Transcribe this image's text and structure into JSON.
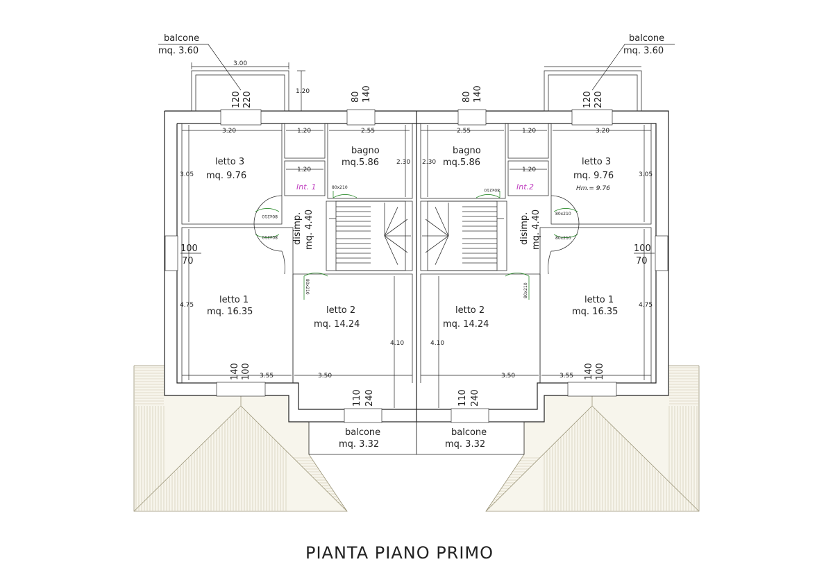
{
  "drawing": {
    "title": "PIANTA PIANO PRIMO",
    "units": {
      "left": {
        "label": "Int. 1",
        "rooms": {
          "letto3": {
            "name": "letto 3",
            "area": "mq. 9.76"
          },
          "bagno": {
            "name": "bagno",
            "area": "mq.5.86"
          },
          "disimp": {
            "name": "disimp.",
            "area": "mq. 4.40"
          },
          "letto1": {
            "name": "letto 1",
            "area": "mq. 16.35"
          },
          "letto2": {
            "name": "letto 2",
            "area": "mq. 14.24"
          }
        },
        "balcone_top": {
          "name": "balcone",
          "area": "mq. 3.60"
        },
        "balcone_bottom": {
          "name": "balcone",
          "area": "mq. 3.32"
        }
      },
      "right": {
        "label": "Int.2",
        "rooms": {
          "letto3": {
            "name": "letto 3",
            "area": "mq. 9.76",
            "note": "Hm.= 9.76"
          },
          "bagno": {
            "name": "bagno",
            "area": "mq.5.86"
          },
          "disimp": {
            "name": "disimp.",
            "area": "mq. 4.40"
          },
          "letto1": {
            "name": "letto 1",
            "area": "mq. 16.35"
          },
          "letto2": {
            "name": "letto 2",
            "area": "mq. 14.24"
          }
        },
        "balcone_top": {
          "name": "balcone",
          "area": "mq. 3.60"
        },
        "balcone_bottom": {
          "name": "balcone",
          "area": "mq. 3.32"
        }
      }
    },
    "dimensions": {
      "d300": "3.00",
      "d120": "1.20",
      "d320": "3.20",
      "d255": "2.55",
      "d230": "2.30",
      "d305": "3.05",
      "d475": "4.75",
      "d410": "4.10",
      "d355": "3.55",
      "d350": "3.50"
    },
    "windows": {
      "w120_220": [
        "120",
        "220"
      ],
      "w80_140": [
        "80",
        "140"
      ],
      "w100_70": [
        "100",
        "70"
      ],
      "w140_100": [
        "140",
        "100"
      ],
      "w110_240": [
        "110",
        "240"
      ]
    },
    "doors": {
      "d80x210": "80x210"
    }
  }
}
